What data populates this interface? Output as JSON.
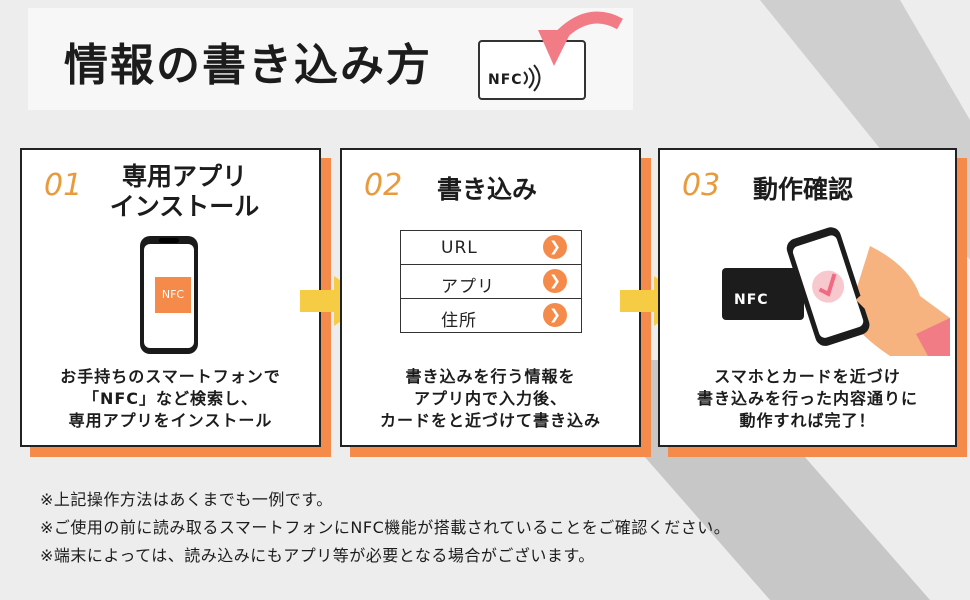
{
  "title": "情報の書き込み方",
  "title_card_label": "NFC",
  "steps": [
    {
      "number": "01",
      "heading_line1": "専用アプリ",
      "heading_line2": "インストール",
      "phone_app_label": "NFC",
      "desc_line1": "お手持ちのスマートフォンで",
      "desc_line2": "「NFC」など検索し、",
      "desc_line3": "専用アプリをインストール"
    },
    {
      "number": "02",
      "heading": "書き込み",
      "menu_items": [
        "URL",
        "アプリ",
        "住所"
      ],
      "desc_line1": "書き込みを行う情報を",
      "desc_line2": "アプリ内で入力後、",
      "desc_line3": "カードをと近づけて書き込み"
    },
    {
      "number": "03",
      "heading": "動作確認",
      "card_label": "NFC",
      "desc_line1": "スマホとカードを近づけ",
      "desc_line2": "書き込みを行った内容通りに",
      "desc_line3": "動作すれば完了！"
    }
  ],
  "notes": [
    "※上記操作方法はあくまでも一例です。",
    "※ご使用の前に読み取るスマートフォンにNFC機能が搭載されていることをご確認ください。",
    "※端末によっては、読み込みにもアプリ等が必要となる場合がございます。"
  ],
  "colors": {
    "accent_orange": "#f58b4a",
    "step_number": "#e89a3c",
    "arrow_yellow": "#f7cc45",
    "pink_arrow": "#f27c86",
    "background": "#ededed"
  },
  "icons": {
    "title_card": "nfc-card-icon",
    "title_arrow": "pink-curved-arrow-icon",
    "step_arrow": "yellow-right-arrow-icon",
    "menu_go": "chevron-right-icon",
    "check": "check-mark-icon"
  }
}
